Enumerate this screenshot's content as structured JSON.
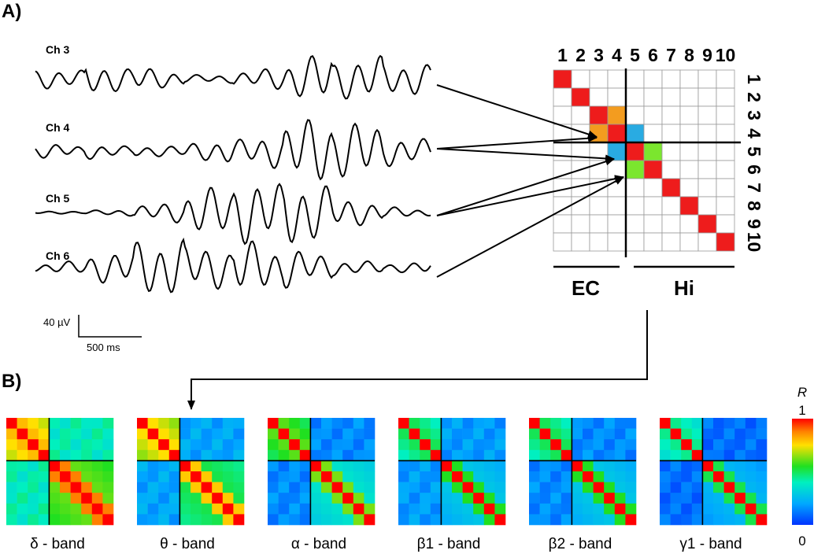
{
  "panels": {
    "a": "A)",
    "b": "B)"
  },
  "channels": [
    "Ch 3",
    "Ch 4",
    "Ch 5",
    "Ch 6"
  ],
  "scalebar": {
    "amplitude": "40 µV",
    "time": "500 ms"
  },
  "matrix": {
    "column_indices": [
      "1",
      "2",
      "3",
      "4",
      "5",
      "6",
      "7",
      "8",
      "9",
      "10"
    ],
    "row_indices": [
      "1",
      "2",
      "3",
      "4",
      "5",
      "6",
      "7",
      "8",
      "9",
      "10"
    ],
    "regions": [
      "EC",
      "Hi"
    ],
    "cells": {
      "red": [
        [
          1,
          1
        ],
        [
          2,
          2
        ],
        [
          3,
          3
        ],
        [
          4,
          4
        ],
        [
          5,
          5
        ],
        [
          6,
          6
        ],
        [
          7,
          7
        ],
        [
          8,
          8
        ],
        [
          9,
          9
        ],
        [
          10,
          10
        ]
      ],
      "orange": [
        [
          3,
          4
        ],
        [
          4,
          3
        ]
      ],
      "blue": [
        [
          4,
          5
        ],
        [
          5,
          4
        ]
      ],
      "green": [
        [
          5,
          6
        ],
        [
          6,
          5
        ]
      ]
    },
    "colors": {
      "red": "#ee1c1c",
      "orange": "#f39c1f",
      "blue": "#29abe2",
      "green": "#7be62e"
    }
  },
  "bands": [
    {
      "name": "δ - band"
    },
    {
      "name": "θ - band"
    },
    {
      "name": "α - band"
    },
    {
      "name": "β1 - band"
    },
    {
      "name": "β2 - band"
    },
    {
      "name": "γ1 - band"
    }
  ],
  "colorbar": {
    "label": "R",
    "max": "1",
    "min": "0"
  }
}
